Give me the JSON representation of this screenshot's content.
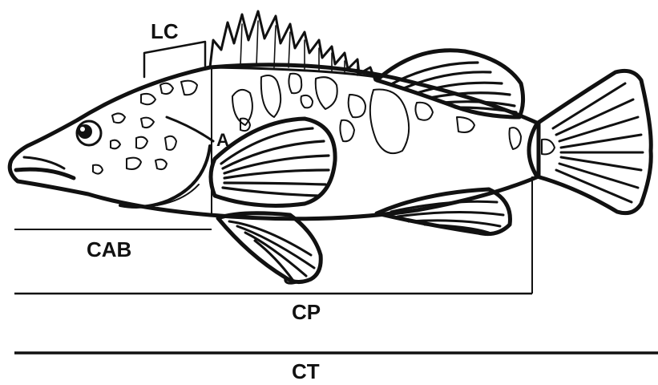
{
  "labels": {
    "head_length": "LC",
    "point_a": "A",
    "head_body_length": "CAB",
    "standard_length": "CP",
    "total_length": "CT"
  },
  "colors": {
    "outline": "#111111",
    "background": "#ffffff"
  }
}
